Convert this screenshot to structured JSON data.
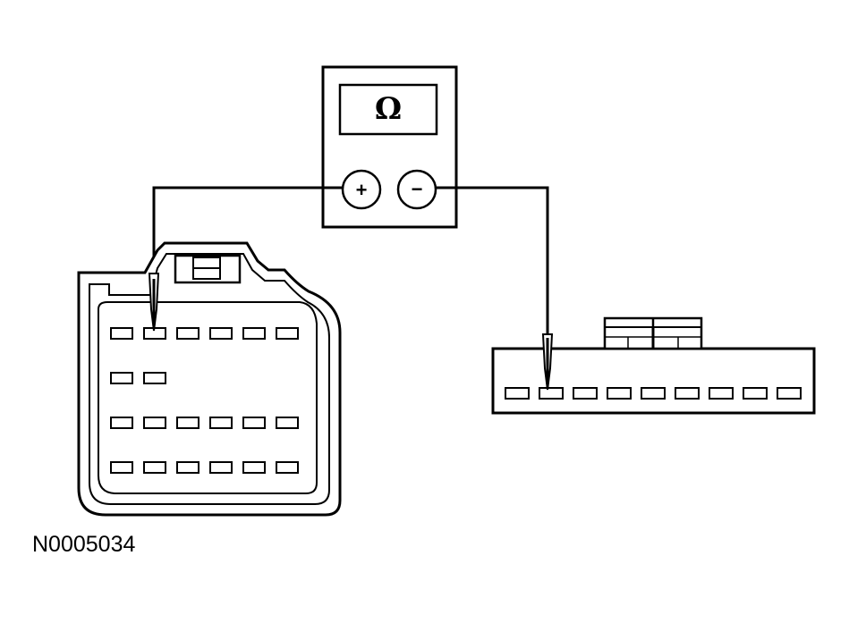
{
  "meter": {
    "display_symbol": "Ω",
    "positive_terminal": "+",
    "negative_terminal": "−"
  },
  "figure_id": "N0005034",
  "connector_left": {
    "rows": [
      6,
      2,
      6,
      6
    ],
    "probed_pin": {
      "row": 1,
      "pin": 2
    }
  },
  "connector_right": {
    "pins": 9,
    "probed_pin": 2
  },
  "colors": {
    "line": "#000000",
    "background": "#ffffff"
  }
}
